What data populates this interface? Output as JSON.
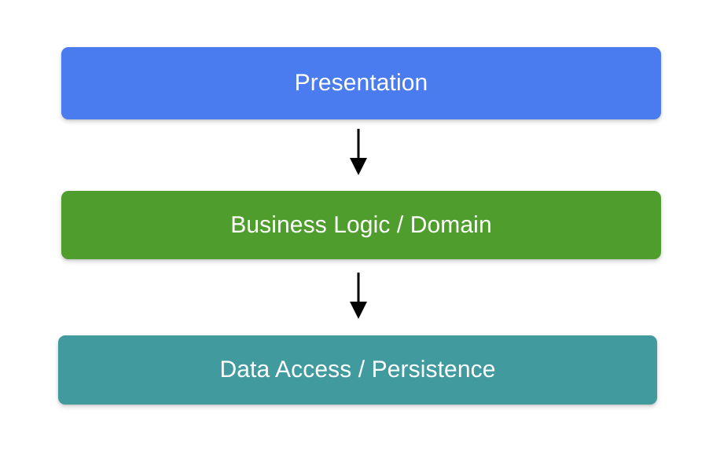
{
  "diagram": {
    "type": "layered-architecture-flowchart",
    "background_color": "#ffffff",
    "title": "",
    "orientation": "top-to-bottom",
    "layers": [
      {
        "id": "presentation",
        "label": "Presentation",
        "fill_color": "#4a7cf0",
        "text_color": "#ffffff"
      },
      {
        "id": "business-logic",
        "label": "Business Logic / Domain",
        "fill_color": "#4f9e2d",
        "text_color": "#ffffff"
      },
      {
        "id": "data-access",
        "label": "Data Access / Persistence",
        "fill_color": "#419a9e",
        "text_color": "#ffffff"
      }
    ],
    "connectors": [
      {
        "id": "presentation-to-business",
        "from": "presentation",
        "to": "business-logic",
        "style": "solid-arrow-down",
        "color": "#000000",
        "icon": "arrow-down-icon"
      },
      {
        "id": "business-to-data",
        "from": "business-logic",
        "to": "data-access",
        "style": "solid-arrow-down",
        "color": "#000000",
        "icon": "arrow-down-icon"
      }
    ]
  }
}
